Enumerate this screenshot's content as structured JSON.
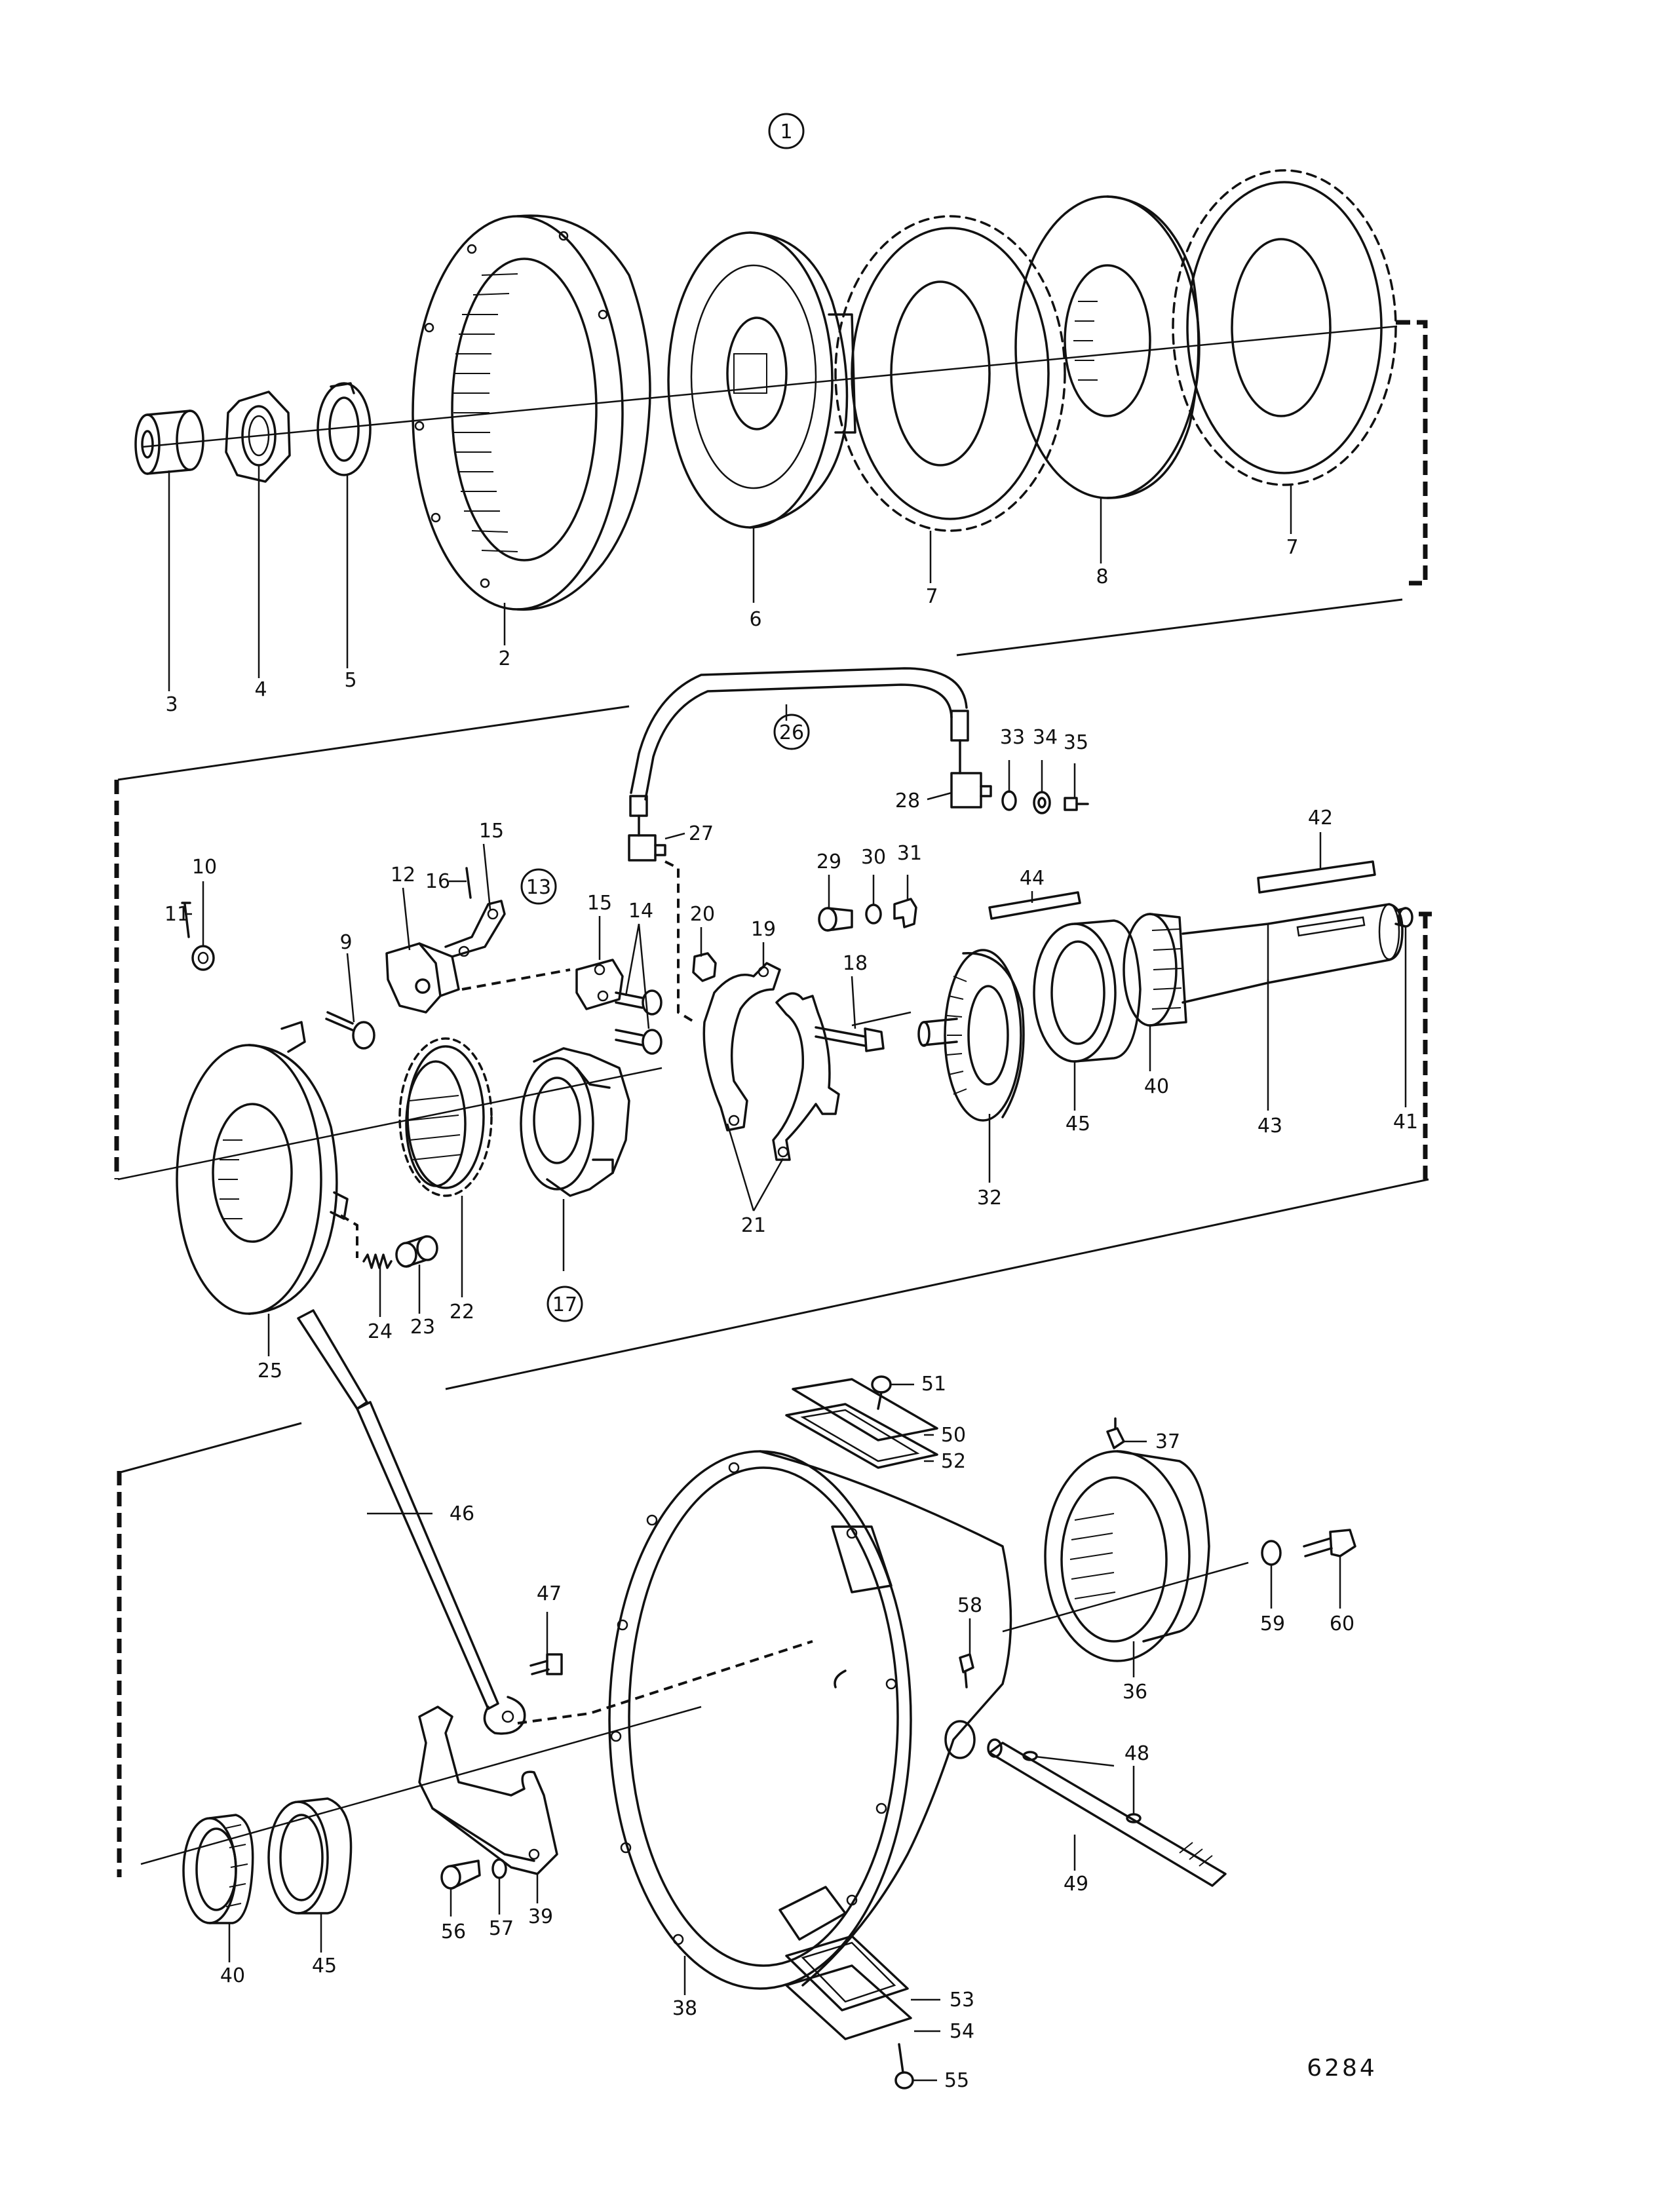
{
  "drawing_number": "6284",
  "group_callout": "1",
  "parts": [
    {
      "number": "2"
    },
    {
      "number": "3"
    },
    {
      "number": "4"
    },
    {
      "number": "5"
    },
    {
      "number": "6"
    },
    {
      "number": "7"
    },
    {
      "number": "8"
    },
    {
      "number": "9"
    },
    {
      "number": "10"
    },
    {
      "number": "11"
    },
    {
      "number": "12"
    },
    {
      "number": "13"
    },
    {
      "number": "14"
    },
    {
      "number": "15"
    },
    {
      "number": "16"
    },
    {
      "number": "17"
    },
    {
      "number": "18"
    },
    {
      "number": "19"
    },
    {
      "number": "20"
    },
    {
      "number": "21"
    },
    {
      "number": "22"
    },
    {
      "number": "23"
    },
    {
      "number": "24"
    },
    {
      "number": "25"
    },
    {
      "number": "26"
    },
    {
      "number": "27"
    },
    {
      "number": "28"
    },
    {
      "number": "29"
    },
    {
      "number": "30"
    },
    {
      "number": "31"
    },
    {
      "number": "32"
    },
    {
      "number": "33"
    },
    {
      "number": "34"
    },
    {
      "number": "35"
    },
    {
      "number": "36"
    },
    {
      "number": "37"
    },
    {
      "number": "38"
    },
    {
      "number": "39"
    },
    {
      "number": "40"
    },
    {
      "number": "41"
    },
    {
      "number": "42"
    },
    {
      "number": "43"
    },
    {
      "number": "44"
    },
    {
      "number": "45"
    },
    {
      "number": "46"
    },
    {
      "number": "47"
    },
    {
      "number": "48"
    },
    {
      "number": "49"
    },
    {
      "number": "50"
    },
    {
      "number": "51"
    },
    {
      "number": "52"
    },
    {
      "number": "53"
    },
    {
      "number": "54"
    },
    {
      "number": "55"
    },
    {
      "number": "56"
    },
    {
      "number": "57"
    },
    {
      "number": "58"
    },
    {
      "number": "59"
    },
    {
      "number": "60"
    }
  ]
}
